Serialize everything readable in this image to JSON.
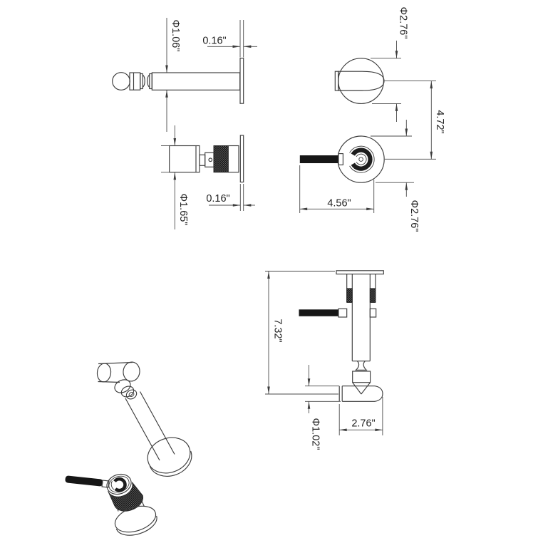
{
  "drawing": {
    "background": "#ffffff",
    "line_color": "#3c3c3c",
    "knurl_color": "#1c1c1c",
    "lever_color": "#161616",
    "dimensions": {
      "spout_tube_diameter_side": "Φ1.06\"",
      "wall_plate_thickness_top": "0.16\"",
      "knob_face_diameter": "Φ2.76\"",
      "center_to_center": "4.72\"",
      "handle_knob_diameter": "Φ1.65\"",
      "wall_plate_thickness_handle": "0.16\"",
      "lever_overall_length": "4.56\"",
      "escutcheon_diameter": "Φ2.76\"",
      "overall_height": "7.32\"",
      "spout_reach": "2.76\"",
      "spout_outlet_diameter": "Φ1.02\""
    }
  }
}
